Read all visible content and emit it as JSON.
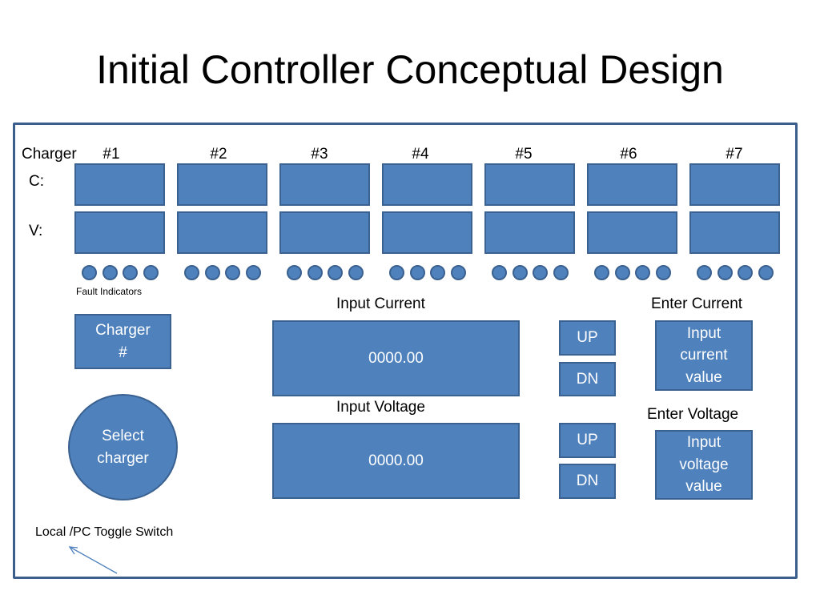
{
  "slide": {
    "title": "Initial Controller Conceptual Design"
  },
  "grid": {
    "charger_label": "Charger",
    "current_row_label": "C:",
    "voltage_row_label": "V:",
    "fault_indicators_label": "Fault Indicators",
    "channels": [
      "#1",
      "#2",
      "#3",
      "#4",
      "#5",
      "#6",
      "#7"
    ],
    "indicators_per_channel": 4
  },
  "controls": {
    "charger_number_box": "Charger\n#",
    "select_charger_button": "Select\ncharger",
    "toggle_switch_label": "Local /PC Toggle Switch",
    "input_current_label": "Input Current",
    "input_current_value": "0000.00",
    "input_voltage_label": "Input Voltage",
    "input_voltage_value": "0000.00",
    "up_label": "UP",
    "dn_label": "DN",
    "enter_current_label": "Enter Current",
    "enter_current_box": "Input\ncurrent\nvalue",
    "enter_voltage_label": "Enter Voltage",
    "enter_voltage_box": "Input\nvoltage\nvalue"
  },
  "colors": {
    "box_fill": "#4f81bd",
    "box_border": "#3a6190",
    "panel_border": "#3b5e8c",
    "arrow": "#4f81bd"
  }
}
